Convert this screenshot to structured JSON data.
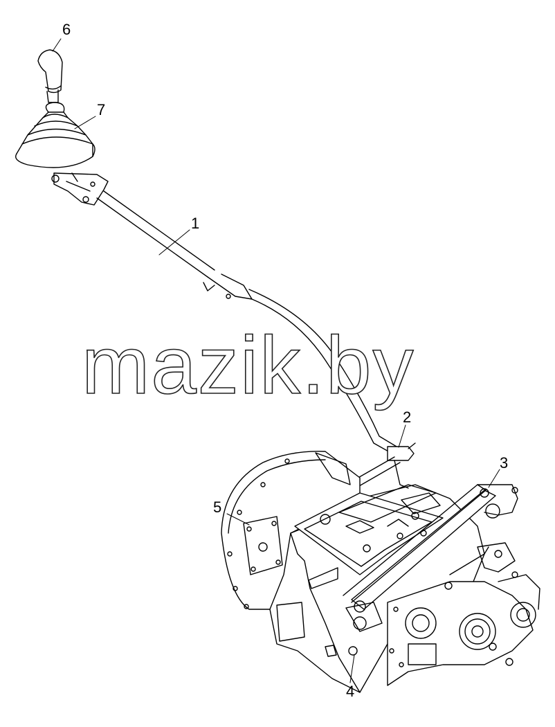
{
  "diagram": {
    "callouts": [
      {
        "id": "callout-1",
        "label": "1"
      },
      {
        "id": "callout-2",
        "label": "2"
      },
      {
        "id": "callout-3",
        "label": "3"
      },
      {
        "id": "callout-4",
        "label": "4"
      },
      {
        "id": "callout-5",
        "label": "5"
      },
      {
        "id": "callout-6",
        "label": "6"
      },
      {
        "id": "callout-7",
        "label": "7"
      }
    ],
    "watermark": "mazik.by",
    "line_color": "#000000",
    "background": "#ffffff"
  }
}
